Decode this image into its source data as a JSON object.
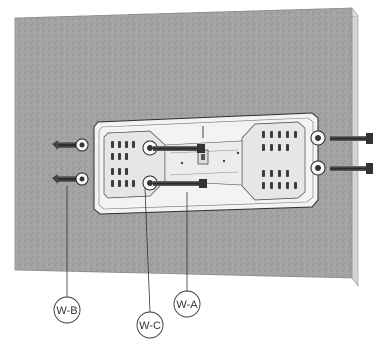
{
  "labels": {
    "w_a": "W-A",
    "w_b": "W-B",
    "w_c": "W-C"
  },
  "colors": {
    "wall": "#9a9a9a",
    "wall_edge": "#bdbdbd",
    "plate": "#f4f4f4",
    "line": "#2e2e2e",
    "screw": "#555555"
  }
}
